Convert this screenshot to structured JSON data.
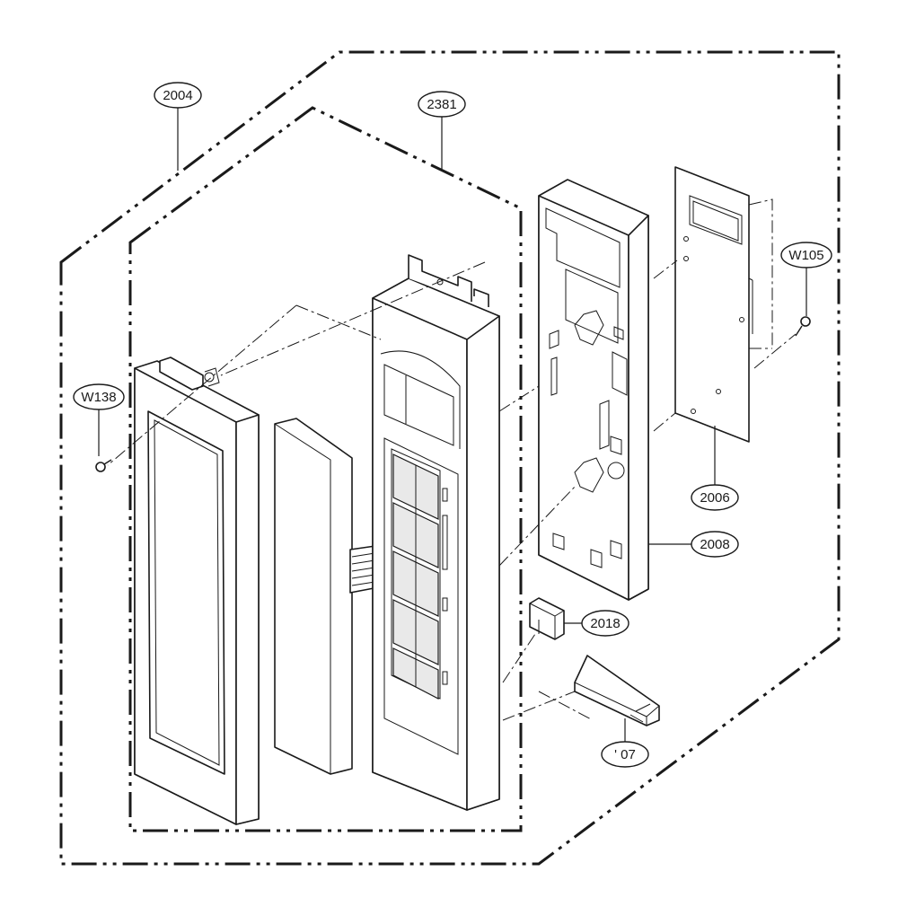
{
  "callouts": {
    "c2004": "2004",
    "c2381": "2381",
    "cW138": "W138",
    "cW105": "W105",
    "c2006": "2006",
    "c2008": "2008",
    "c2018": "2018",
    "c07": "' 07"
  }
}
